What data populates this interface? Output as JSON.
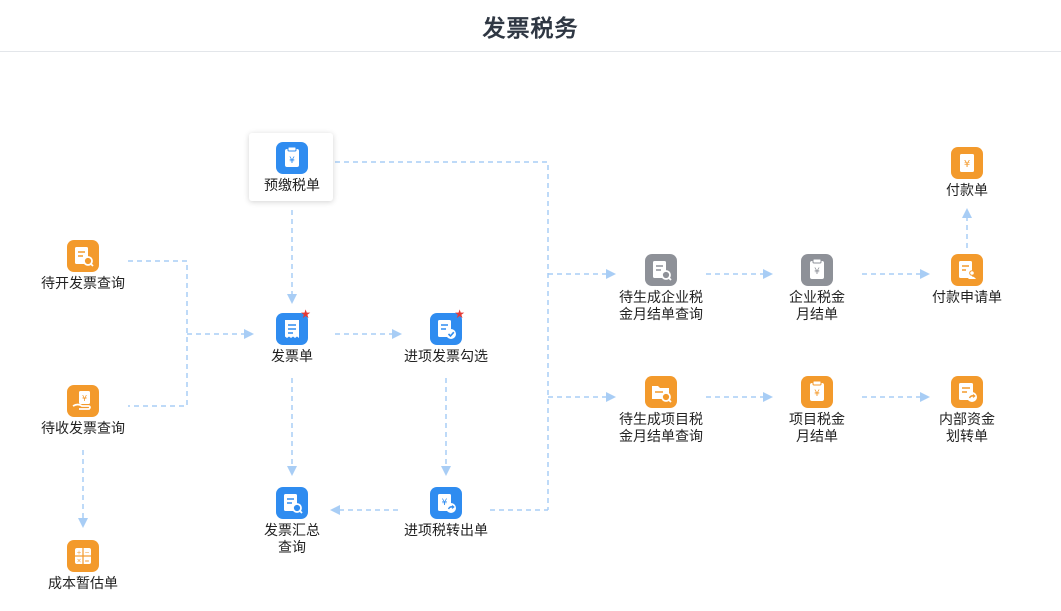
{
  "title": "发票税务",
  "colors": {
    "blue": "#2f8cf0",
    "orange": "#f39a2c",
    "gray": "#8e9198",
    "connector": "#a8cdf5"
  },
  "nodes": {
    "prepay": {
      "label": "预缴税单",
      "icon": "clipboard-yen-icon"
    },
    "pending_issue": {
      "label": "待开发票查询",
      "icon": "document-search-icon"
    },
    "pending_receive": {
      "label": "待收发票查询",
      "icon": "hand-document-icon"
    },
    "cost_estimate": {
      "label": "成本暂估单",
      "icon": "calculator-icon"
    },
    "invoice": {
      "label": "发票单",
      "icon": "receipt-icon"
    },
    "input_select": {
      "label": "进项发票勾选",
      "icon": "document-check-icon"
    },
    "summary": {
      "label": "发票汇总\n查询",
      "icon": "document-search-icon"
    },
    "input_transfer": {
      "label": "进项税转出单",
      "icon": "document-transfer-icon"
    },
    "pending_corp": {
      "label": "待生成企业税\n金月结单查询",
      "icon": "document-search-icon"
    },
    "corp_monthly": {
      "label": "企业税金\n月结单",
      "icon": "clipboard-yen-icon"
    },
    "pay_request": {
      "label": "付款申请单",
      "icon": "document-user-icon"
    },
    "payment": {
      "label": "付款单",
      "icon": "yen-receipt-icon"
    },
    "pending_project": {
      "label": "待生成项目税\n金月结单查询",
      "icon": "folder-search-icon"
    },
    "project_monthly": {
      "label": "项目税金\n月结单",
      "icon": "clipboard-yen-icon"
    },
    "internal_transfer": {
      "label": "内部资金\n划转单",
      "icon": "document-transfer-icon"
    }
  }
}
